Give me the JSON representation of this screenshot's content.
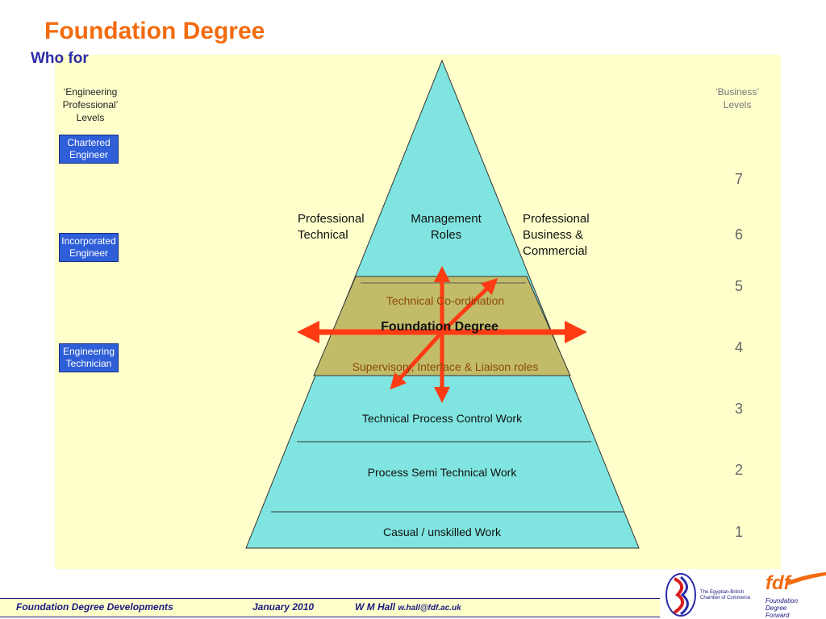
{
  "header": {
    "title": "Foundation Degree",
    "subtitle": "Who for"
  },
  "left_column": {
    "heading": "‘Engineering Professional’ Levels",
    "boxes": [
      "Chartered Engineer",
      "Incorporated Engineer",
      "Engineering Technician"
    ]
  },
  "right_column": {
    "heading": "‘Business’ Levels",
    "levels": [
      "7",
      "6",
      "5",
      "4",
      "3",
      "2",
      "1"
    ]
  },
  "pyramid": {
    "top_labels": {
      "professional_technical": "Professional Technical",
      "management_roles": "Management Roles",
      "professional_business": "Professional Business & Commercial"
    },
    "foundation_band": {
      "top": "Technical Co-ordination",
      "middle": "Foundation Degree",
      "bottom": "Supervisory, Interface & Liaison roles"
    },
    "bands": [
      "Technical Process Control Work",
      "Process Semi Technical Work",
      "Casual / unskilled Work"
    ]
  },
  "footer": {
    "left": "Foundation Degree Developments",
    "date": "January 2010",
    "author": "W M Hall",
    "email": "w.hall@fdf.ac.uk",
    "logo1_text": "The Egyptian-British Chamber of Commerce",
    "logo2_word": "fdf",
    "logo2_sub": "Foundation Degree Forward"
  },
  "colors": {
    "title": "#f26b0f",
    "subtitle": "#2b2ba8",
    "panel": "#ffffcc",
    "pyramid": "#80e5e0",
    "foundation_band": "#c2bc6a",
    "arrow": "#ff3b14",
    "box": "#2f5fd8"
  }
}
